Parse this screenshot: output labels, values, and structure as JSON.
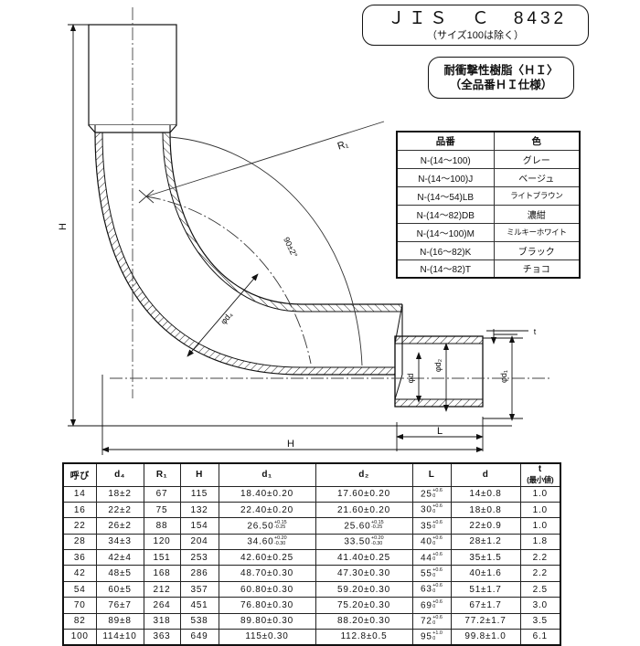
{
  "header": {
    "jis_badge": {
      "title": "ＪＩＳ　Ｃ　8432",
      "note": "（サイズ100は除く）"
    },
    "hi_badge": {
      "line1": "耐衝撃性樹脂〈ＨＩ〉",
      "line2": "（全品番ＨＩ仕様）"
    }
  },
  "color_table": {
    "headers": {
      "code": "品番",
      "color": "色"
    },
    "rows": [
      {
        "code": "N-(14〜100)",
        "color": "グレー",
        "tight": false
      },
      {
        "code": "N-(14〜100)J",
        "color": "ベージュ",
        "tight": false
      },
      {
        "code": "N-(14〜54)LB",
        "color": "ライトブラウン",
        "tight": true
      },
      {
        "code": "N-(14〜82)DB",
        "color": "濃紺",
        "tight": false
      },
      {
        "code": "N-(14〜100)M",
        "color": "ミルキーホワイト",
        "tight": true
      },
      {
        "code": "N-(16〜82)K",
        "color": "ブラック",
        "tight": false
      },
      {
        "code": "N-(14〜82)T",
        "color": "チョコ",
        "tight": false
      }
    ]
  },
  "drawing": {
    "labels": {
      "height_H": "H",
      "radius_R1": "R₁",
      "angle": "90±2°",
      "dia_d4": "φd₄",
      "dia_d": "φd",
      "dia_d2": "φd₂",
      "dia_d1": "φd₁",
      "length_L": "L",
      "length_H": "H",
      "thickness_t": "t"
    }
  },
  "dim_table": {
    "headers": {
      "nominal": "呼び",
      "d4": "d₄",
      "r1": "R₁",
      "h": "H",
      "d1": "d₁",
      "d2": "d₂",
      "l": "L",
      "d": "d",
      "t_main": "t",
      "t_sub": "(最小値)"
    },
    "rows": [
      {
        "nominal": "14",
        "d4": "18±2",
        "r1": "67",
        "h": "115",
        "d1": "18.40±0.20",
        "d1_tol_up": "",
        "d1_tol_dn": "",
        "d2": "17.60±0.20",
        "d2_tol_up": "",
        "d2_tol_dn": "",
        "l": "25",
        "l_tol_up": "+0.6",
        "l_tol_dn": "0",
        "d": "14±0.8",
        "t": "1.0"
      },
      {
        "nominal": "16",
        "d4": "22±2",
        "r1": "75",
        "h": "132",
        "d1": "22.40±0.20",
        "d1_tol_up": "",
        "d1_tol_dn": "",
        "d2": "21.60±0.20",
        "d2_tol_up": "",
        "d2_tol_dn": "",
        "l": "30",
        "l_tol_up": "+0.6",
        "l_tol_dn": "0",
        "d": "18±0.8",
        "t": "1.0"
      },
      {
        "nominal": "22",
        "d4": "26±2",
        "r1": "88",
        "h": "154",
        "d1": "26.50",
        "d1_tol_up": "+0.15",
        "d1_tol_dn": "-0.25",
        "d2": "25.60",
        "d2_tol_up": "+0.15",
        "d2_tol_dn": "-0.25",
        "l": "35",
        "l_tol_up": "+0.6",
        "l_tol_dn": "0",
        "d": "22±0.9",
        "t": "1.0"
      },
      {
        "nominal": "28",
        "d4": "34±3",
        "r1": "120",
        "h": "204",
        "d1": "34.60",
        "d1_tol_up": "+0.20",
        "d1_tol_dn": "-0.30",
        "d2": "33.50",
        "d2_tol_up": "+0.20",
        "d2_tol_dn": "-0.30",
        "l": "40",
        "l_tol_up": "+0.6",
        "l_tol_dn": "0",
        "d": "28±1.2",
        "t": "1.8"
      },
      {
        "nominal": "36",
        "d4": "42±4",
        "r1": "151",
        "h": "253",
        "d1": "42.60±0.25",
        "d1_tol_up": "",
        "d1_tol_dn": "",
        "d2": "41.40±0.25",
        "d2_tol_up": "",
        "d2_tol_dn": "",
        "l": "44",
        "l_tol_up": "+0.6",
        "l_tol_dn": "0",
        "d": "35±1.5",
        "t": "2.2"
      },
      {
        "nominal": "42",
        "d4": "48±5",
        "r1": "168",
        "h": "286",
        "d1": "48.70±0.30",
        "d1_tol_up": "",
        "d1_tol_dn": "",
        "d2": "47.30±0.30",
        "d2_tol_up": "",
        "d2_tol_dn": "",
        "l": "55",
        "l_tol_up": "+0.6",
        "l_tol_dn": "0",
        "d": "40±1.6",
        "t": "2.2"
      },
      {
        "nominal": "54",
        "d4": "60±5",
        "r1": "212",
        "h": "357",
        "d1": "60.80±0.30",
        "d1_tol_up": "",
        "d1_tol_dn": "",
        "d2": "59.20±0.30",
        "d2_tol_up": "",
        "d2_tol_dn": "",
        "l": "63",
        "l_tol_up": "+0.6",
        "l_tol_dn": "0",
        "d": "51±1.7",
        "t": "2.5"
      },
      {
        "nominal": "70",
        "d4": "76±7",
        "r1": "264",
        "h": "451",
        "d1": "76.80±0.30",
        "d1_tol_up": "",
        "d1_tol_dn": "",
        "d2": "75.20±0.30",
        "d2_tol_up": "",
        "d2_tol_dn": "",
        "l": "69",
        "l_tol_up": "+0.6",
        "l_tol_dn": "0",
        "d": "67±1.7",
        "t": "3.0"
      },
      {
        "nominal": "82",
        "d4": "89±8",
        "r1": "318",
        "h": "538",
        "d1": "89.80±0.30",
        "d1_tol_up": "",
        "d1_tol_dn": "",
        "d2": "88.20±0.30",
        "d2_tol_up": "",
        "d2_tol_dn": "",
        "l": "72",
        "l_tol_up": "+0.6",
        "l_tol_dn": "0",
        "d": "77.2±1.7",
        "t": "3.5"
      },
      {
        "nominal": "100",
        "d4": "114±10",
        "r1": "363",
        "h": "649",
        "d1": "115±0.30",
        "d1_tol_up": "",
        "d1_tol_dn": "",
        "d2": "112.8±0.5",
        "d2_tol_up": "",
        "d2_tol_dn": "",
        "l": "95",
        "l_tol_up": "+1.0",
        "l_tol_dn": "0",
        "d": "99.8±1.0",
        "t": "6.1"
      }
    ]
  }
}
